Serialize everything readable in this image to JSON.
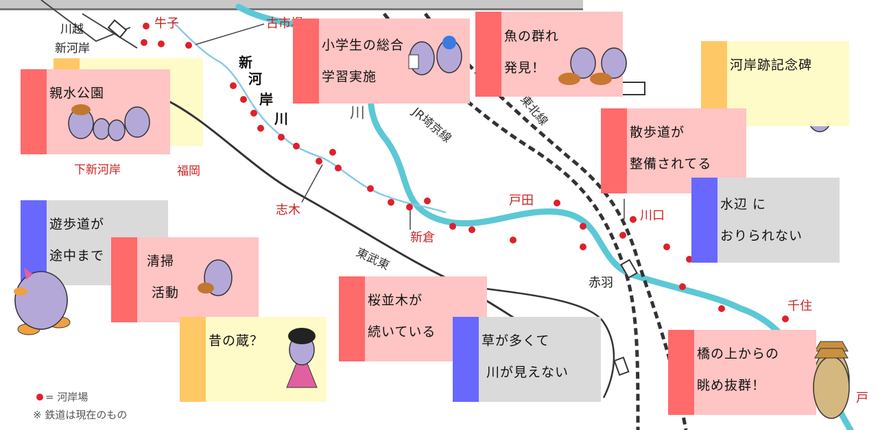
{
  "colors": {
    "river": "#5cc8d6",
    "creek": "#88c8e8",
    "dot": "#e0202a",
    "rail": "#444444",
    "note_pink": "#ffc4c4",
    "note_yellow": "#fffbc8",
    "note_gray": "#dadada",
    "bar_red": "#ff6a6a",
    "bar_orange": "#ffc866",
    "bar_blue": "#6868ff"
  },
  "map_labels": {
    "kawagoe": "川越",
    "shingashi": "新河岸",
    "ushiko": "牛子",
    "furuichiba": "古市場",
    "shingashi_river": "新河岸川",
    "arakawa": "川",
    "saikyo_line": "JR埼京線",
    "tohoku_line": "東北線",
    "shimo_shingashi": "下新河岸",
    "fukuoka": "福岡",
    "shiki": "志木",
    "shinkura": "新倉",
    "toda": "戸田",
    "kawaguchi": "川口",
    "tobu": "東武東",
    "akabane": "赤羽",
    "senju": "千住",
    "to": "戸"
  },
  "legend": {
    "dot_label": "= 河岸場",
    "note": "※ 鉄道は現在のもの"
  },
  "notes": {
    "shinsui": "親水公園",
    "sogo": "小学生の総合\n学習実施",
    "sakana": "魚の群れ\n発見！",
    "kinenhi": "河岸跡記念碑",
    "sanpo": "散歩道が\n整備されてる",
    "mizube": "水辺 に\nおりられない",
    "yuhodo": "遊歩道が\n途中まで",
    "seiso": "清掃\n 活動",
    "sakura": "桜並木が\n続いている",
    "kusa": "草が多くて\n 川が見えない",
    "kura": "昔の蔵？",
    "hashi": "橋の上からの\n眺め抜群！"
  }
}
